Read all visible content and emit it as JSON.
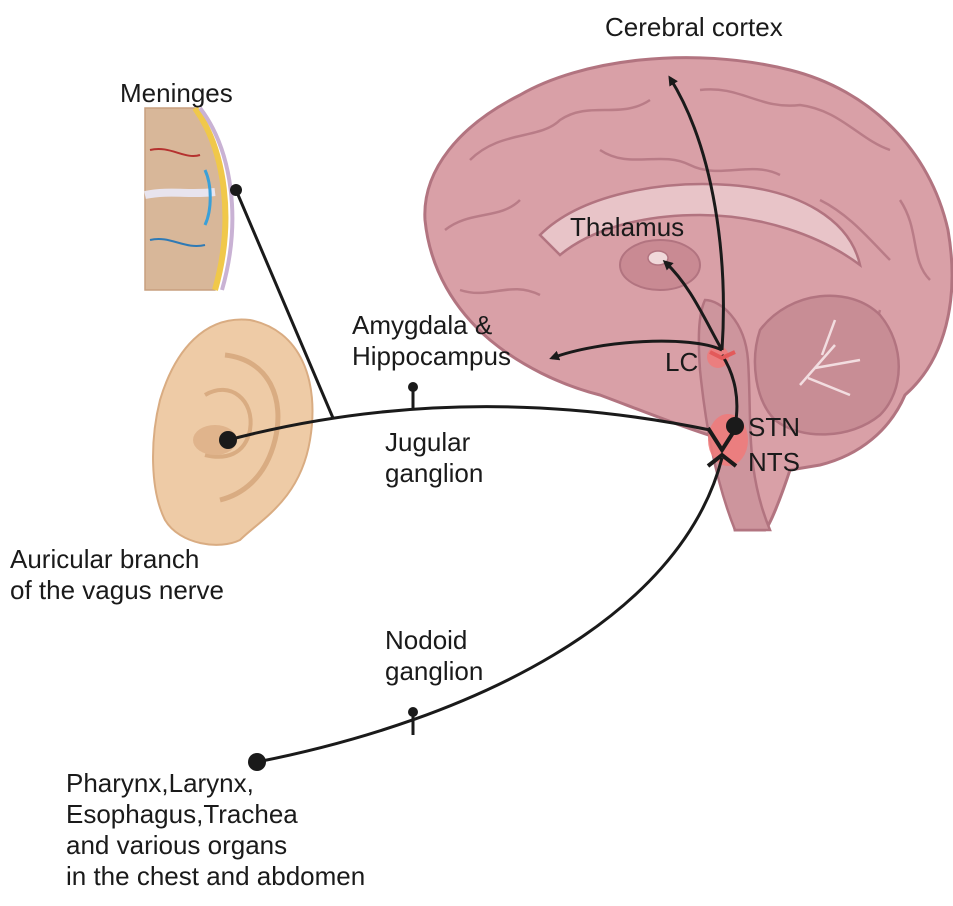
{
  "labels": {
    "cerebral_cortex": "Cerebral cortex",
    "meninges": "Meninges",
    "thalamus": "Thalamus",
    "amygdala_line1": "Amygdala &",
    "amygdala_line2": "Hippocampus",
    "lc": "LC",
    "stn": "STN",
    "nts": "NTS",
    "jugular_line1": "Jugular",
    "jugular_line2": "ganglion",
    "auricular_line1": "Auricular branch",
    "auricular_line2": "of the vagus nerve",
    "nodoid_line1": "Nodoid",
    "nodoid_line2": "ganglion",
    "organs_line1": "Pharynx,Larynx,",
    "organs_line2": "Esophagus,Trachea",
    "organs_line3": "and various organs",
    "organs_line4": "in the chest and abdomen"
  },
  "colors": {
    "brain": "#d9a0a7",
    "brain_dark": "#b27480",
    "ear": "#eecba6",
    "nucleus": "#f07a7a",
    "nerve": "#1a1a1a"
  }
}
